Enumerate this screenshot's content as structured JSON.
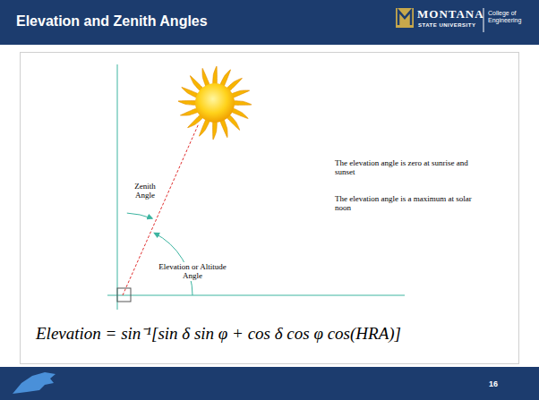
{
  "diagram": {
    "title": "Elevation and Zenith Angles",
    "labels": [
      "MONTANA",
      "STATE UNIVERSITY",
      "College of Engineering",
      "Zenith Angle",
      "Elevation or Altitude Angle",
      "The elevation angle is zero at sunrise and sunset",
      "The elevation angle is a maximum at solar noon",
      "Elevation = sin⁻¹[sin δ sin φ + cos δ cos φ cos(HRA)]",
      "16"
    ]
  }
}
